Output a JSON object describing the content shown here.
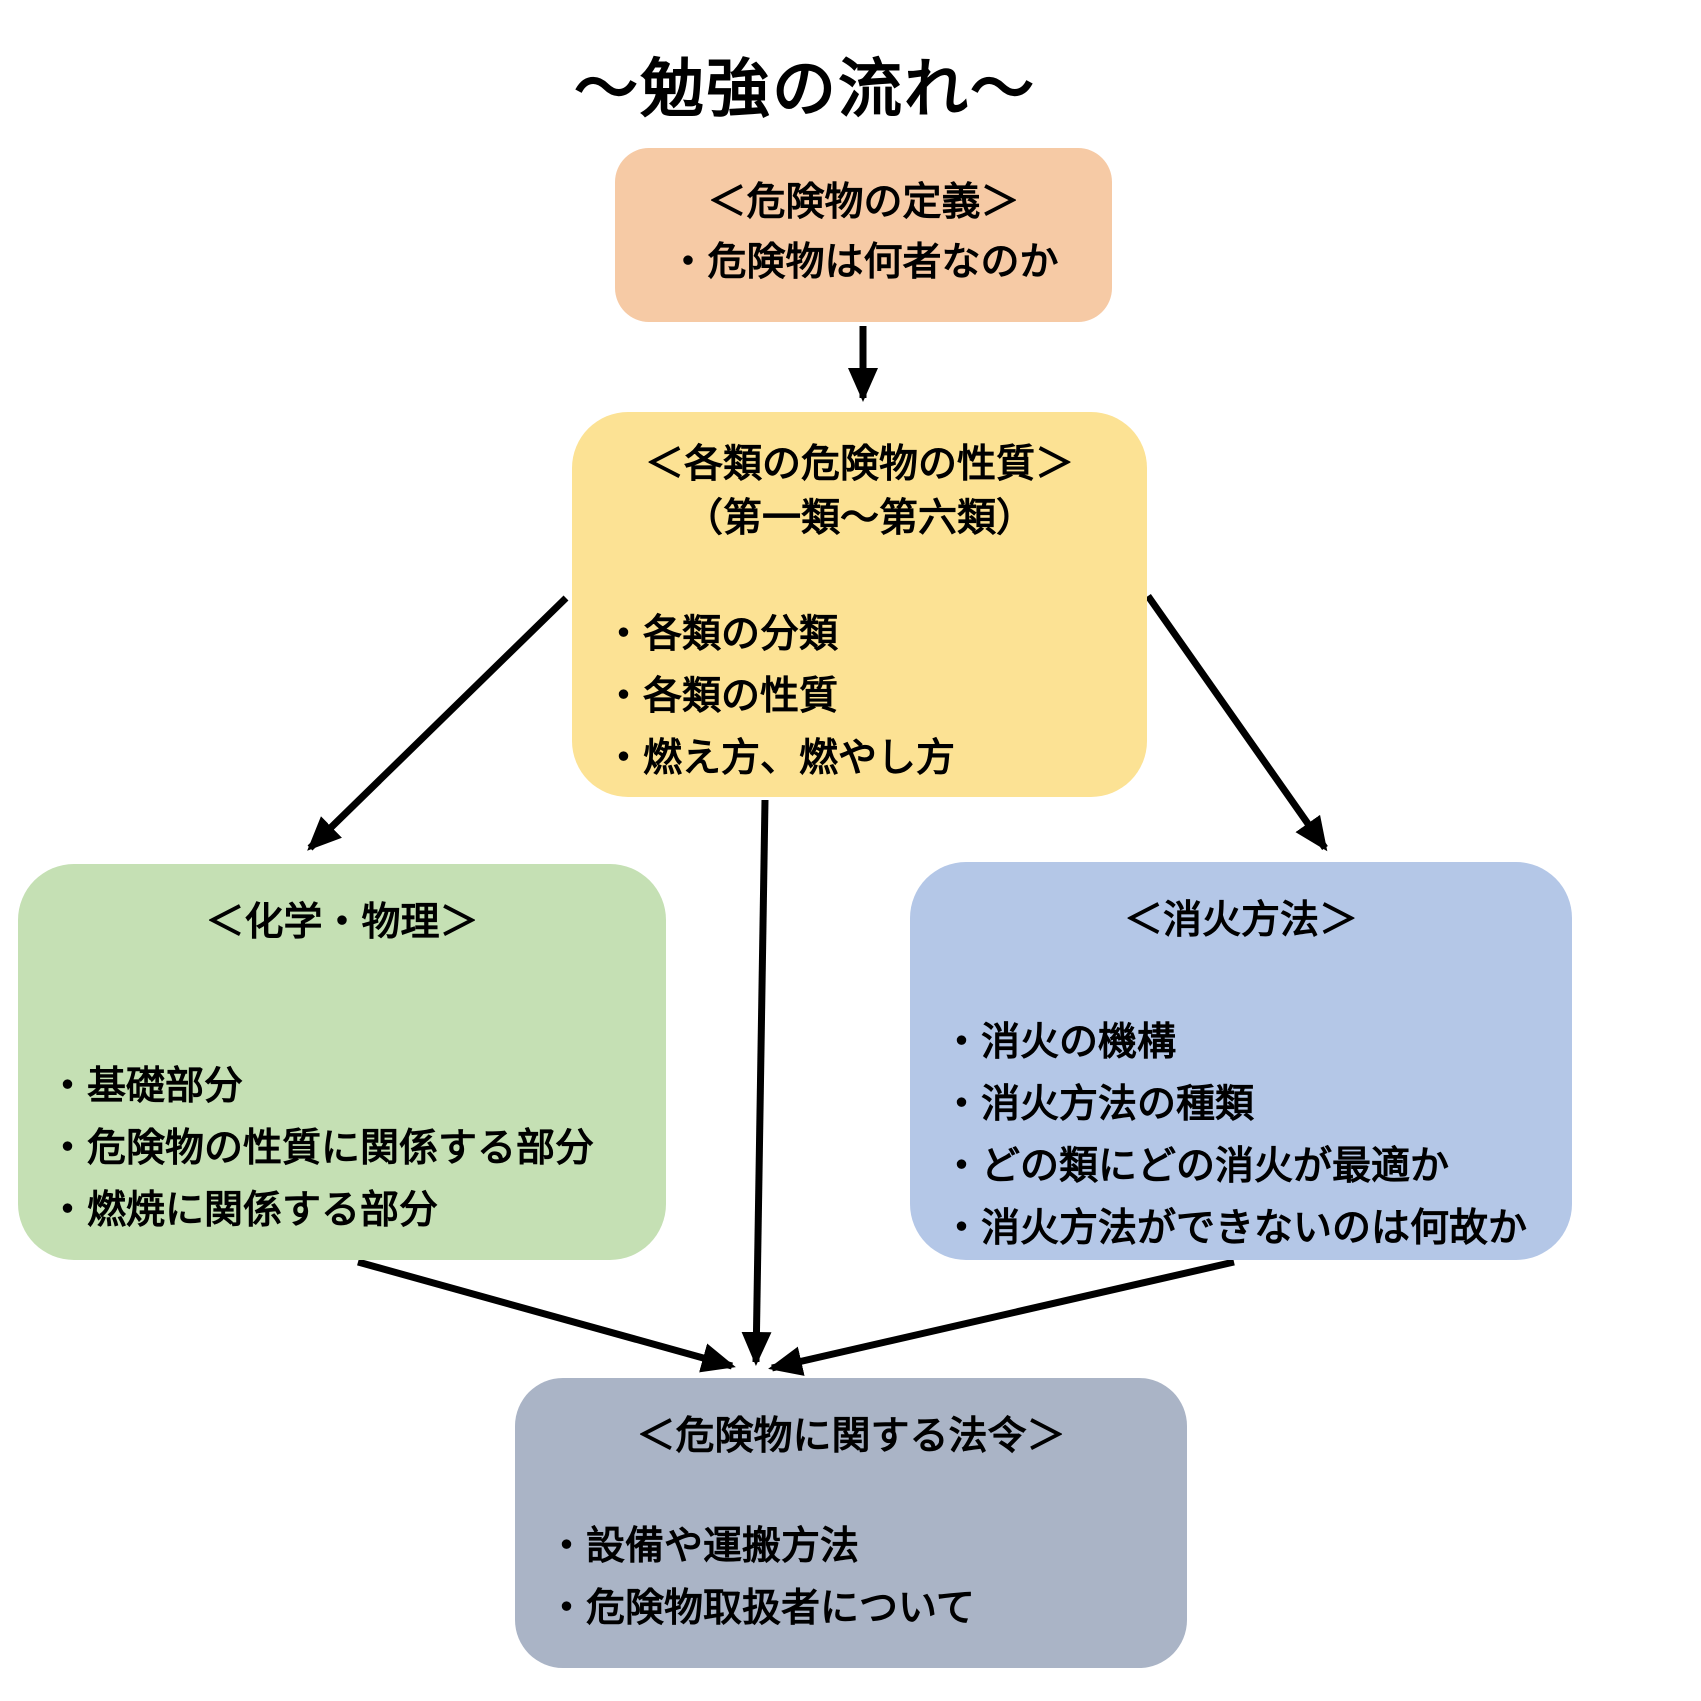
{
  "title": "〜勉強の流れ〜",
  "colors": {
    "background": "#FFFFFF",
    "text": "#000000",
    "arrow": "#000000",
    "definition_box": "#F6CAA5",
    "properties_box": "#FCE294",
    "chemistry_box": "#C5E0B4",
    "extinguishing_box": "#B4C7E7",
    "law_box": "#AAB4C6"
  },
  "boxes": {
    "definition": {
      "header": "＜危険物の定義＞",
      "bullets": [
        "・危険物は何者なのか"
      ]
    },
    "properties": {
      "header_line1": "＜各類の危険物の性質＞",
      "header_line2": "（第一類〜第六類）",
      "bullets": [
        "・各類の分類",
        "・各類の性質",
        "・燃え方、燃やし方"
      ]
    },
    "chemistry": {
      "header": "＜化学・物理＞",
      "bullets": [
        "・基礎部分",
        "・危険物の性質に関係する部分",
        "・燃焼に関係する部分"
      ]
    },
    "extinguishing": {
      "header": "＜消火方法＞",
      "bullets": [
        "・消火の機構",
        "・消火方法の種類",
        "・どの類にどの消火が最適か",
        "・消火方法ができないのは何故か"
      ]
    },
    "law": {
      "header": "＜危険物に関する法令＞",
      "bullets": [
        "・設備や運搬方法",
        "・危険物取扱者について"
      ]
    }
  },
  "flow": [
    {
      "from": "definition",
      "to": "properties"
    },
    {
      "from": "properties",
      "to": "chemistry"
    },
    {
      "from": "properties",
      "to": "extinguishing"
    },
    {
      "from": "properties",
      "to": "law"
    },
    {
      "from": "chemistry",
      "to": "law"
    },
    {
      "from": "extinguishing",
      "to": "law"
    }
  ]
}
